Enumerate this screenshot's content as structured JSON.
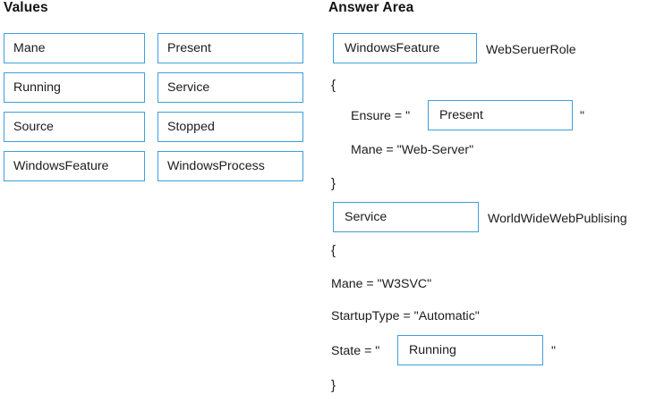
{
  "columns": {
    "values": {
      "heading": "Values",
      "tiles_left": [
        {
          "label": "Mane"
        },
        {
          "label": "Running"
        },
        {
          "label": "Source"
        },
        {
          "label": "WindowsFeature"
        }
      ],
      "tiles_right": [
        {
          "label": "Present"
        },
        {
          "label": "Service"
        },
        {
          "label": "Stopped"
        },
        {
          "label": "WindowsProcess"
        }
      ]
    },
    "answer": {
      "heading": "Answer Area",
      "blocks": [
        {
          "resource_dropzone": "WindowsFeature",
          "resource_name": "WebSeruerRole",
          "open_brace": "{",
          "close_brace": "}",
          "properties": [
            {
              "label": "Ensure = \"",
              "dropzone": "Present",
              "closing_quote": "\""
            },
            {
              "text": "Mane = \"Web-Server\""
            }
          ]
        },
        {
          "resource_dropzone": "Service",
          "resource_name": "WorldWideWebPublising",
          "open_brace": "{",
          "close_brace": "}",
          "properties": [
            {
              "text": "Mane = \"W3SVC\""
            },
            {
              "text": "StartupType = \"Automatic\""
            },
            {
              "label": "State = \"",
              "dropzone": "Running",
              "closing_quote": "\""
            }
          ]
        }
      ]
    }
  },
  "colors": {
    "tile_border": "#3f9edd",
    "text": "#1c1c1c",
    "heading": "#141414",
    "background": "#ffffff"
  }
}
